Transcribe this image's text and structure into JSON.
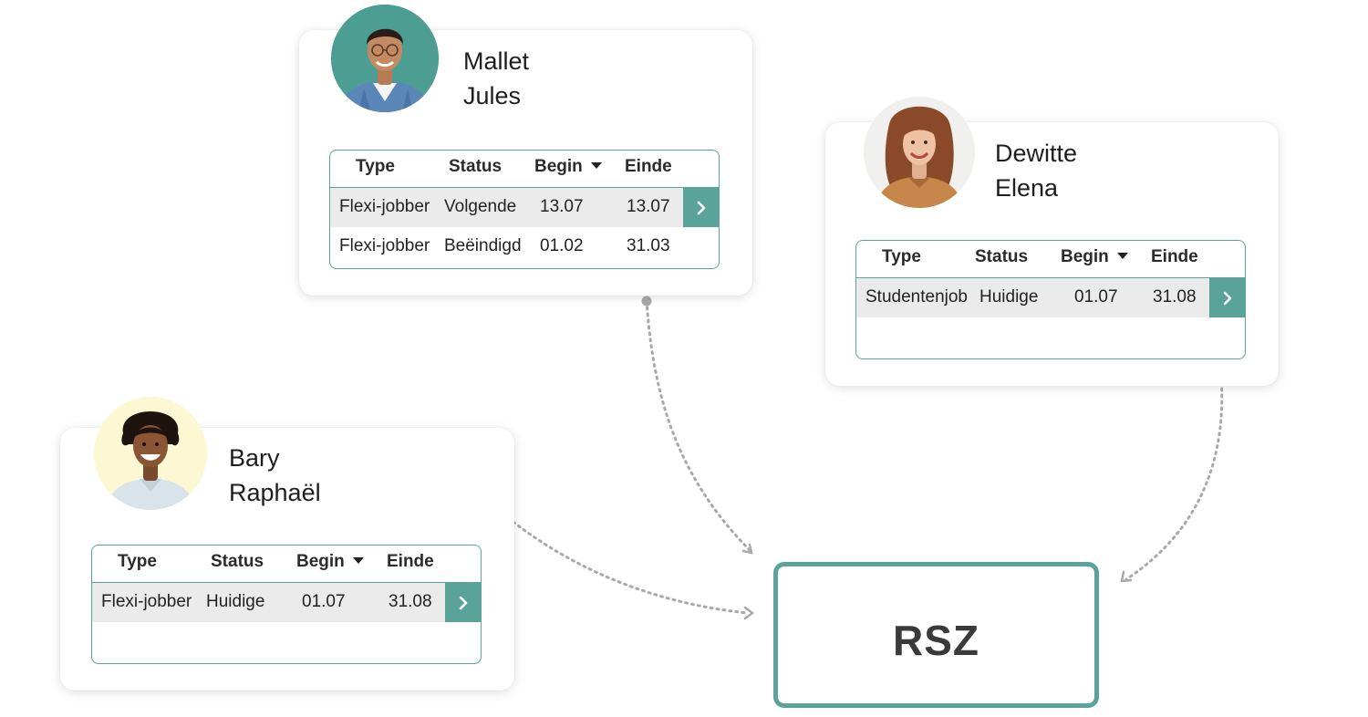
{
  "headers": {
    "type": "Type",
    "status": "Status",
    "begin": "Begin",
    "einde": "Einde"
  },
  "colors": {
    "accent": "#5aa399",
    "row_highlight": "#ebebeb",
    "connector": "#a9a9a9"
  },
  "people": [
    {
      "last_name": "Mallet",
      "first_name": "Jules",
      "rows": [
        {
          "type": "Flexi-jobber",
          "status": "Volgende",
          "begin": "13.07",
          "einde": "13.07",
          "active": true
        },
        {
          "type": "Flexi-jobber",
          "status": "Beëindigd",
          "begin": "01.02",
          "einde": "31.03",
          "active": false
        }
      ]
    },
    {
      "last_name": "Dewitte",
      "first_name": "Elena",
      "rows": [
        {
          "type": "Studentenjob",
          "status": "Huidige",
          "begin": "01.07",
          "einde": "31.08",
          "active": true
        }
      ]
    },
    {
      "last_name": "Bary",
      "first_name": "Raphaël",
      "rows": [
        {
          "type": "Flexi-jobber",
          "status": "Huidige",
          "begin": "01.07",
          "einde": "31.08",
          "active": true
        }
      ]
    }
  ],
  "target": {
    "label": "RSZ"
  }
}
